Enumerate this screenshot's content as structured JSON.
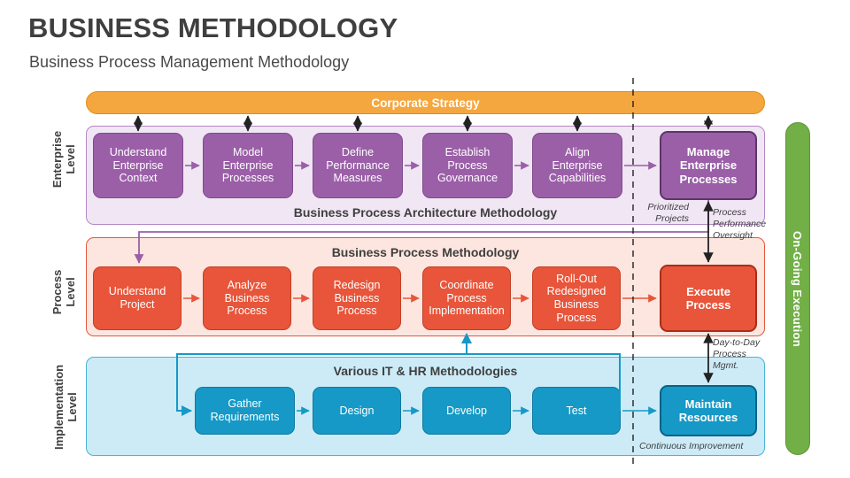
{
  "header": {
    "title": "BUSINESS METHODOLOGY",
    "subtitle": "Business Process Management Methodology"
  },
  "strategy_bar": {
    "label": "Corporate Strategy",
    "color": "#F5A73F"
  },
  "ongoing_bar": {
    "label": "On-Going Execution",
    "color": "#72AF47"
  },
  "rows": [
    {
      "label": "Enterprise\nLevel"
    },
    {
      "label": "Process\nLevel"
    },
    {
      "label": "Implementation\nLevel"
    }
  ],
  "bands": {
    "enterprise": {
      "title": "Business Process Architecture Methodology",
      "color": "#F0E6F4",
      "border": "#B388C4"
    },
    "process": {
      "title": "Business Process Methodology",
      "color": "#FCE6DF",
      "border": "#E2593A"
    },
    "implementation": {
      "title": "Various IT & HR Methodologies",
      "color": "#CCEBF7",
      "border": "#49B3D9"
    }
  },
  "enterprise_nodes": [
    {
      "label": "Understand\nEnterprise\nContext"
    },
    {
      "label": "Model\nEnterprise\nProcesses"
    },
    {
      "label": "Define\nPerformance\nMeasures"
    },
    {
      "label": "Establish\nProcess\nGovernance"
    },
    {
      "label": "Align\nEnterprise\nCapabilities"
    },
    {
      "label": "Manage\nEnterprise\nProcesses"
    }
  ],
  "process_nodes": [
    {
      "label": "Understand\nProject"
    },
    {
      "label": "Analyze\nBusiness\nProcess"
    },
    {
      "label": "Redesign\nBusiness\nProcess"
    },
    {
      "label": "Coordinate\nProcess\nImplementation"
    },
    {
      "label": "Roll-Out\nRedesigned\nBusiness Process"
    },
    {
      "label": "Execute\nProcess"
    }
  ],
  "implementation_nodes": [
    {
      "label": "Gather\nRequirements"
    },
    {
      "label": "Design"
    },
    {
      "label": "Develop"
    },
    {
      "label": "Test"
    },
    {
      "label": "Maintain\nResources"
    }
  ],
  "annotations": {
    "prioritized_projects": "Prioritized\nProjects",
    "process_performance_oversight": "Process\nPerformance\nOversight",
    "day_to_day": "Day-to-Day\nProcess\nMgmt.",
    "continuous_improvement": "Continuous Improvement"
  }
}
